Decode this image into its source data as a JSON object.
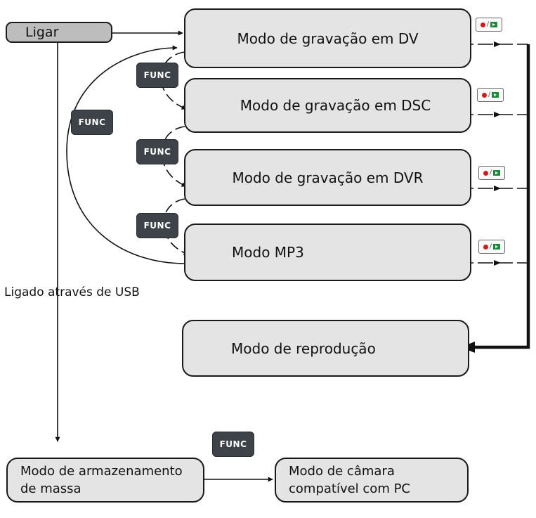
{
  "boxes": {
    "ligar": "Ligar",
    "dv": "Modo de gravação em DV",
    "dsc": "Modo de gravação em DSC",
    "dvr": "Modo de gravação em DVR",
    "mp3": "Modo MP3",
    "playback": "Modo de reprodução",
    "mass_storage_line1": "Modo de armazenamento",
    "mass_storage_line2": "de massa",
    "pc_camera_line1": "Modo de câmara",
    "pc_camera_line2": "compatível com PC"
  },
  "buttons": {
    "func": "FUNC"
  },
  "labels": {
    "usb": "Ligado através de USB"
  },
  "icons": {
    "record_play_toggle": "record-play-toggle-icon"
  },
  "colors": {
    "box_fill": "#e4e4e4",
    "start_fill": "#bdbdbd",
    "func_button": "#3d4349",
    "record_dot": "#d11a1a",
    "play_icon": "#1c8a3a"
  }
}
